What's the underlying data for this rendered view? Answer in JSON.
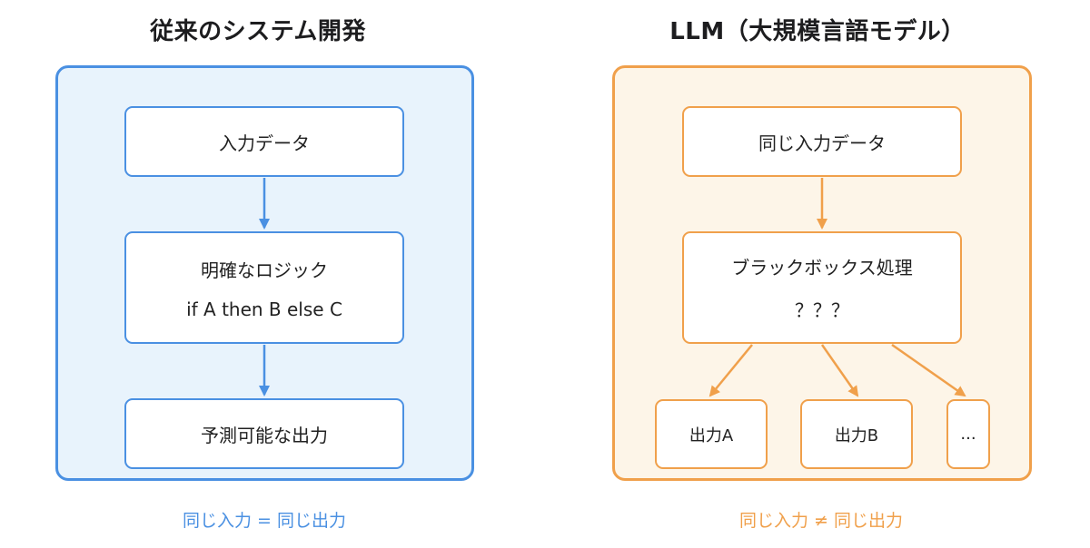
{
  "left": {
    "title": "従来のシステム開発",
    "input_label": "入力データ",
    "logic_label": "明確なロジック",
    "logic_code": "if A then B else C",
    "output_label": "予測可能な出力",
    "caption": "同じ入力 = 同じ出力"
  },
  "right": {
    "title": "LLM（大規模言語モデル）",
    "input_label": "同じ入力データ",
    "process_label": "ブラックボックス処理",
    "process_sub": "？？？",
    "outputs": [
      "出力A",
      "出力B",
      "..."
    ],
    "caption": "同じ入力 ≠ 同じ出力"
  },
  "colors": {
    "blue": "#4a90e2",
    "orange": "#f0a04b",
    "blue_bg": "#e8f3fc",
    "orange_bg": "#fdf5e8"
  }
}
